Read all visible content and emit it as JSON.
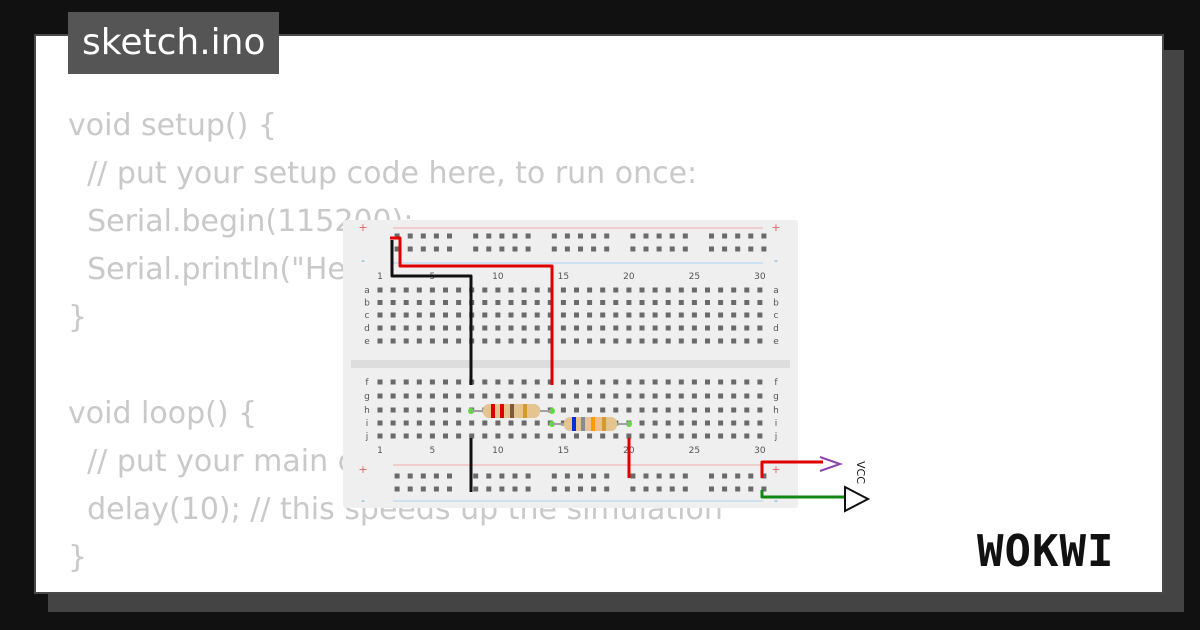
{
  "editor": {
    "filename": "sketch.ino",
    "code_lines": [
      "void setup() {",
      "  // put your setup code here, to run once:",
      "  Serial.begin(115200);",
      "  Serial.println(\"Hello, ESP32!\");",
      "}",
      "",
      "void loop() {",
      "  // put your main code here, to run repeatedly:",
      "  delay(10); // this speeds up the simulation",
      "}"
    ]
  },
  "breadboard": {
    "column_numbers": [
      "1",
      "5",
      "10",
      "15",
      "20",
      "25",
      "30"
    ],
    "row_letters_top": [
      "a",
      "b",
      "c",
      "d",
      "e"
    ],
    "row_letters_bottom": [
      "f",
      "g",
      "h",
      "i",
      "j"
    ],
    "rail_plus": "+",
    "rail_minus": "-"
  },
  "labels": {
    "vcc": "VCC"
  },
  "brand": {
    "name": "WOKWI"
  },
  "colors": {
    "wire_red": "#e00000",
    "wire_black": "#111111",
    "wire_green": "#118811",
    "vcc_arrow": "#8e44ad"
  }
}
